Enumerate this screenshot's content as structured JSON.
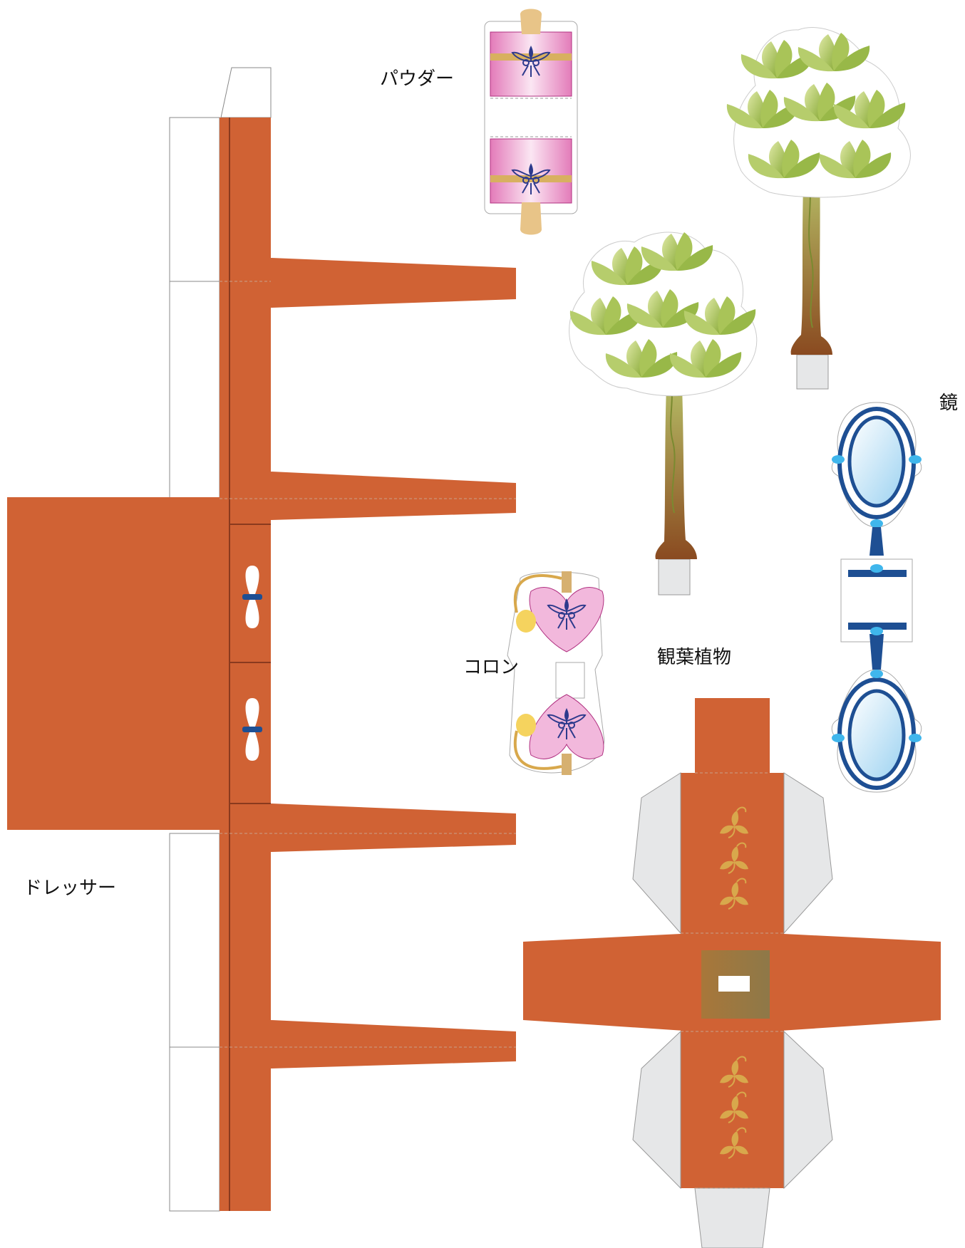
{
  "labels": {
    "powder": "パウダー",
    "mirror": "鏡",
    "cologne": "コロン",
    "plant": "観葉植物",
    "dresser": "ドレッサー"
  },
  "colors": {
    "wood": "#d06234",
    "wood_line": "#8a3a1e",
    "tab_gray": "#e6e7e8",
    "leaf_light": "#c8d98a",
    "leaf_dark": "#8fae3c",
    "trunk": "#9a8a3a",
    "pink": "#e58fc3",
    "navy": "#1e4f93",
    "glass_light": "#dff0fb",
    "gold": "#d8a84c",
    "handle_blue": "#1e4f93"
  },
  "icons": [
    "drawer-handle-icon",
    "leaf-motif-icon",
    "scroll-ornament-icon",
    "perfume-bulb-icon"
  ]
}
